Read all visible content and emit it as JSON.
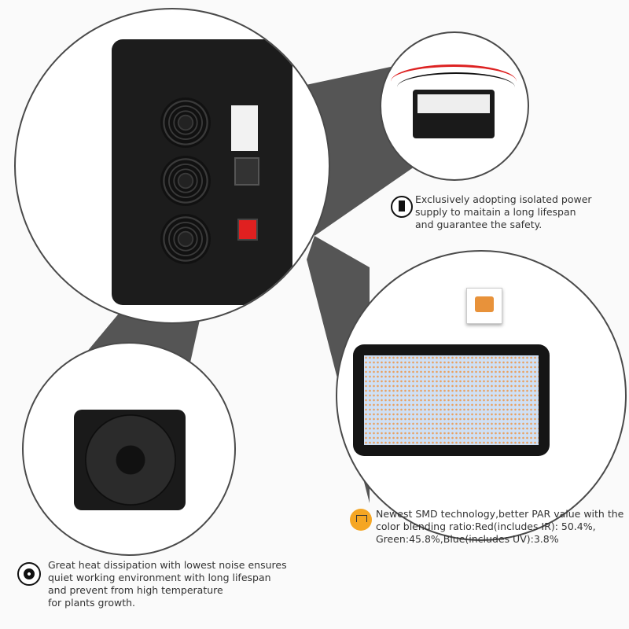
{
  "features": [
    {
      "icon": "power-plug-icon",
      "text_lines": [
        "Exclusively adopting isolated power",
        "supply to maitain a long lifespan",
        "and guarantee the safety."
      ]
    },
    {
      "icon": "lamp-icon",
      "text_lines": [
        "Newest SMD technology,better PAR value with the",
        "color blending ratio:Red(includes IR): 50.4%,",
        "Green:45.8%,Blue(includes UV):3.8%"
      ]
    },
    {
      "icon": "fan-icon",
      "text_lines": [
        "Great heat dissipation with lowest noise ensures",
        "quiet working environment with long lifespan",
        "and prevent from high temperature",
        "for plants growth."
      ]
    }
  ],
  "colors": {
    "connector": "#555555",
    "accent": "#f5a623",
    "panel": "#1a1a1a",
    "switch": "#e02020"
  }
}
